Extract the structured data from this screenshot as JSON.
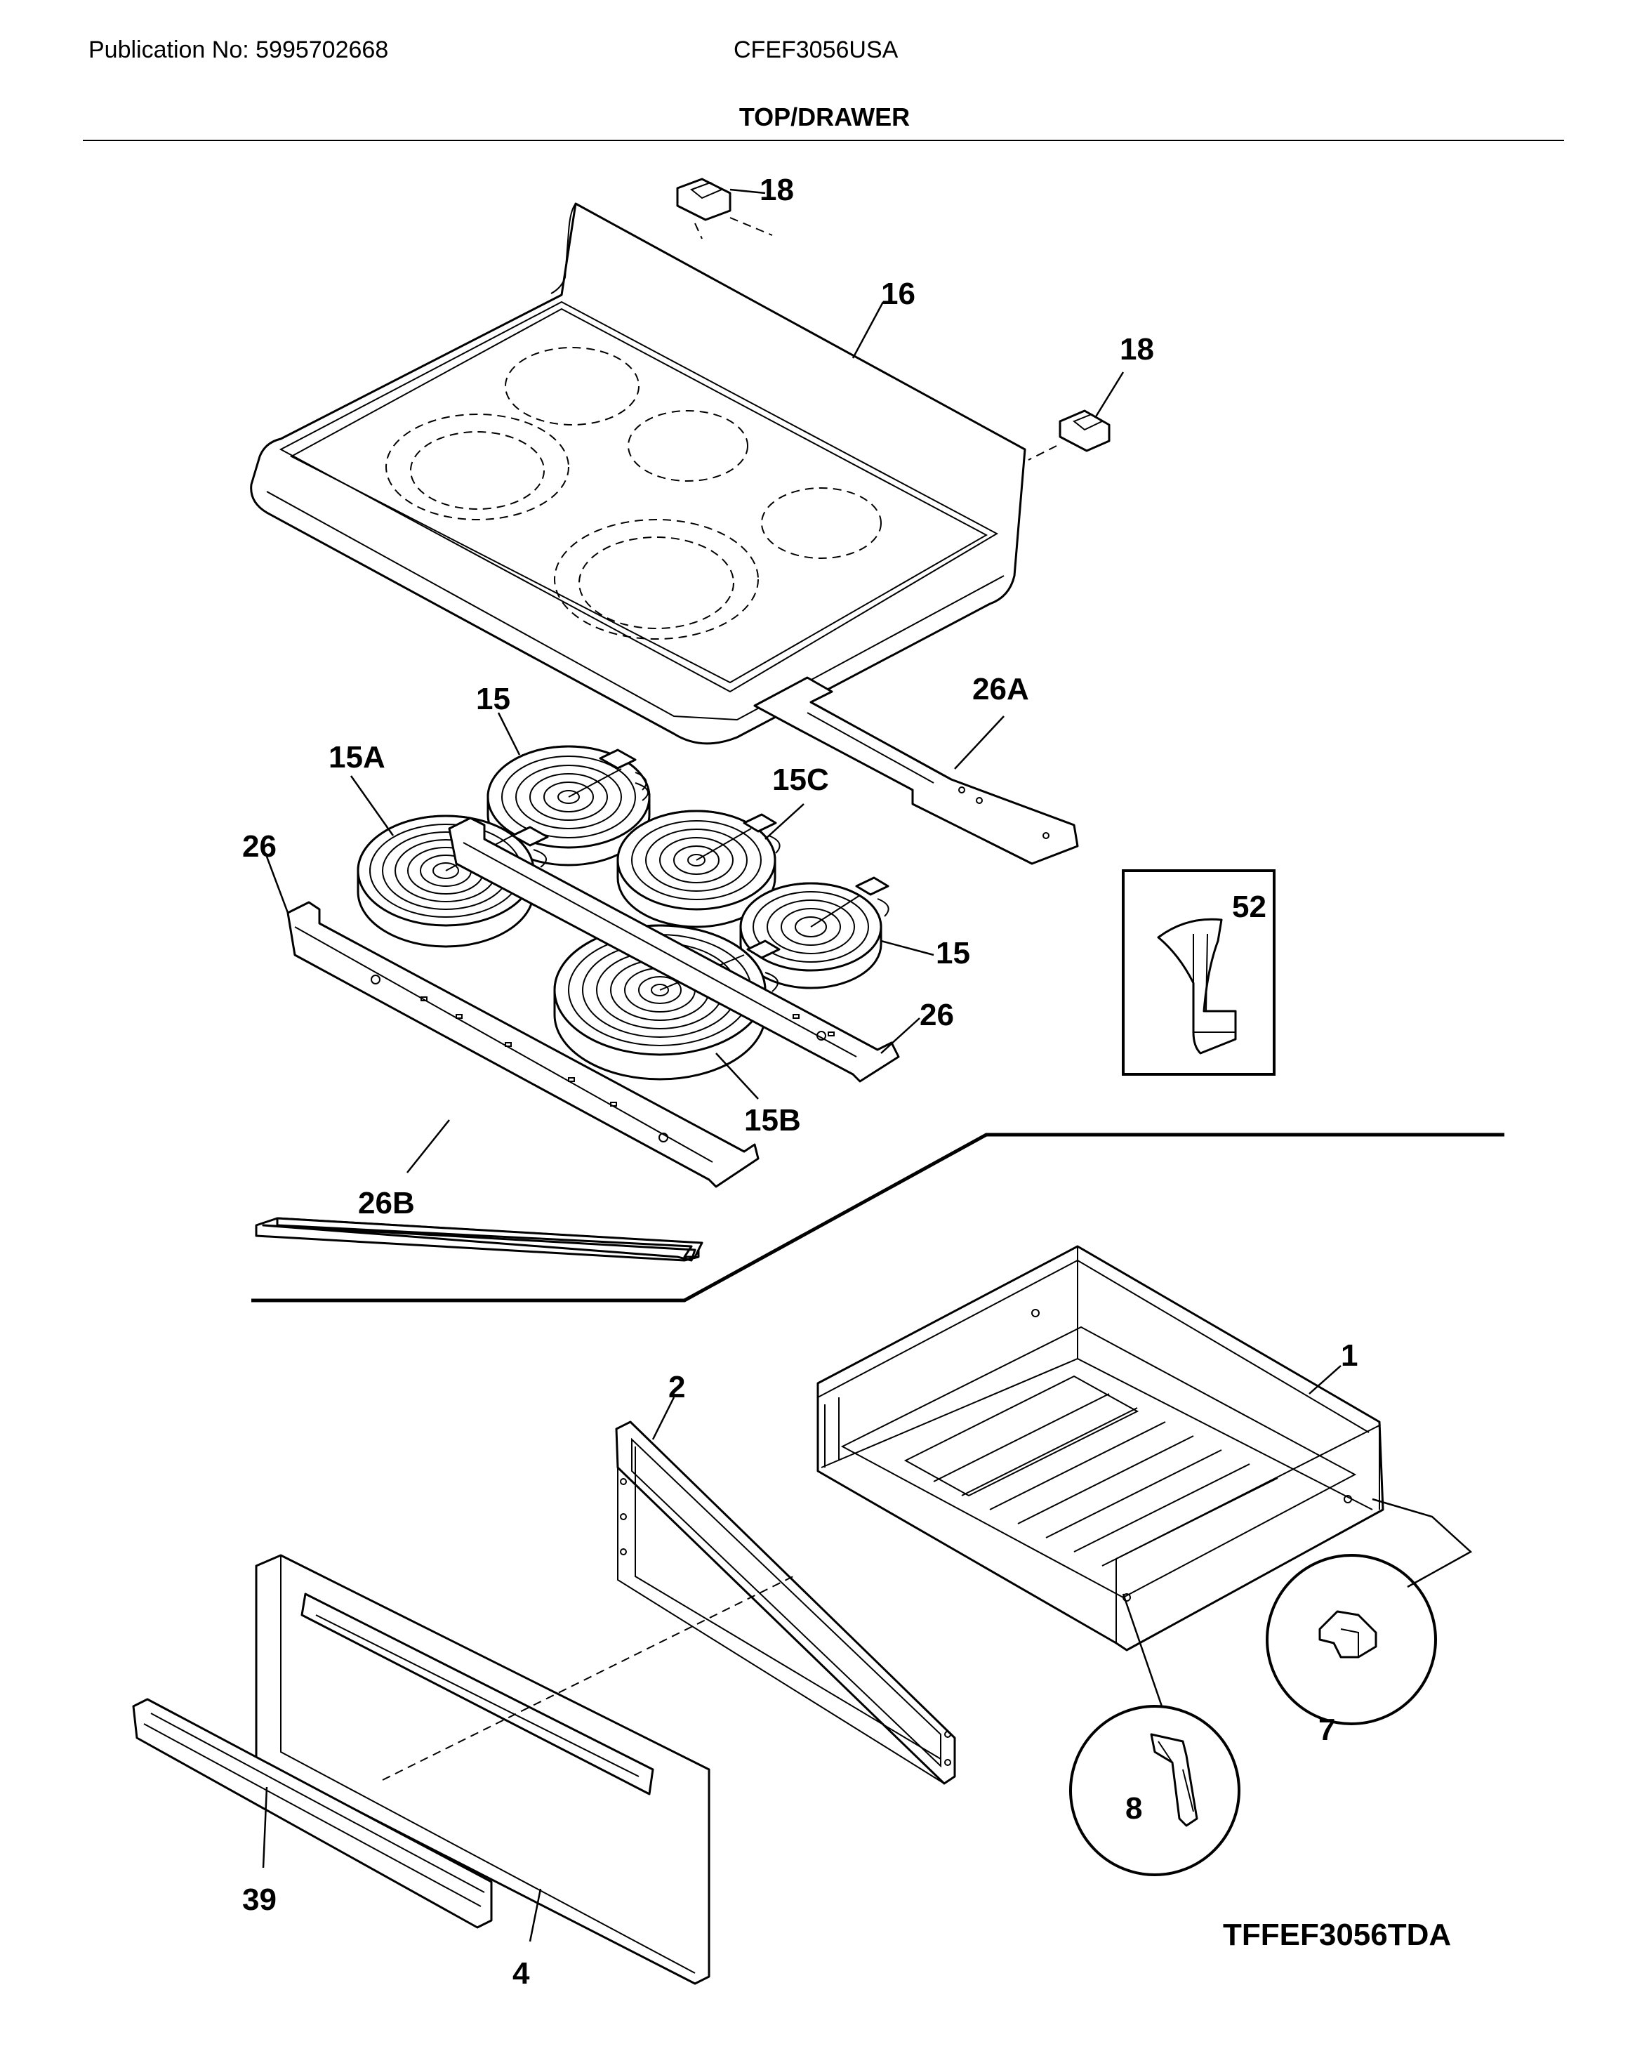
{
  "header": {
    "publication": "Publication No: 5995702668",
    "model": "CFEF3056USA",
    "title": "TOP/DRAWER"
  },
  "figure_id": "TFFEF3056TDA",
  "callouts": {
    "c18a": "18",
    "c16": "16",
    "c18b": "18",
    "c15a": "15",
    "c26a": "26A",
    "c15A": "15A",
    "c15C": "15C",
    "c26": "26",
    "c52": "52",
    "c15b": "15",
    "c26b2": "26",
    "c15B": "15B",
    "c26B": "26B",
    "c1": "1",
    "c2": "2",
    "c7": "7",
    "c8": "8",
    "c39": "39",
    "c4": "4"
  }
}
